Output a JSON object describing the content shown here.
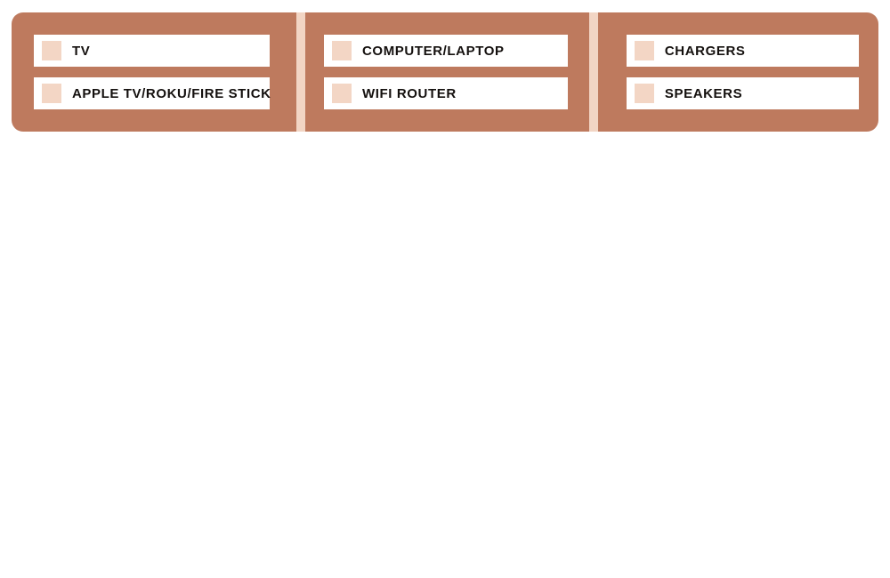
{
  "board": {
    "background_color": "#be7a5e",
    "divider_color": "#f2d5c4",
    "row_background_color": "#ffffff",
    "swatch_color": "#f3d6c5",
    "label_color": "#14100e",
    "panels": [
      {
        "items": [
          {
            "label": "TV",
            "checked": false
          },
          {
            "label": "APPLE TV/ROKU/FIRE STICK",
            "checked": false
          }
        ]
      },
      {
        "items": [
          {
            "label": "COMPUTER/LAPTOP",
            "checked": false
          },
          {
            "label": "WIFI ROUTER",
            "checked": false
          }
        ]
      },
      {
        "items": [
          {
            "label": "CHARGERS",
            "checked": false
          },
          {
            "label": "SPEAKERS",
            "checked": false
          }
        ]
      }
    ]
  }
}
